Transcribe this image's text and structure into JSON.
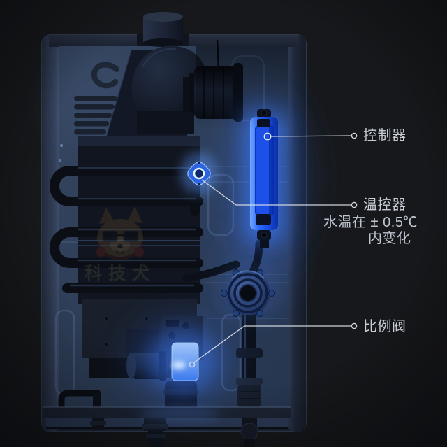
{
  "scene": {
    "background": "#17181b"
  },
  "annotations": {
    "controller": {
      "label": "控制器"
    },
    "thermostat": {
      "label": "温控器",
      "desc_line1": "水温在 ± 0.5℃",
      "desc_line2": "内变化"
    },
    "proportional_valve": {
      "label": "比例阀"
    }
  },
  "watermark": {
    "text": "科技犬"
  },
  "colors": {
    "background": "#17181b",
    "panel_blue": "#2e3f5c",
    "accent_glow_blue": "#2e6dff",
    "controller_bar_blue": "#2563f5",
    "label_text": "#c7cdd6",
    "leader_line": "#d8dde4"
  }
}
